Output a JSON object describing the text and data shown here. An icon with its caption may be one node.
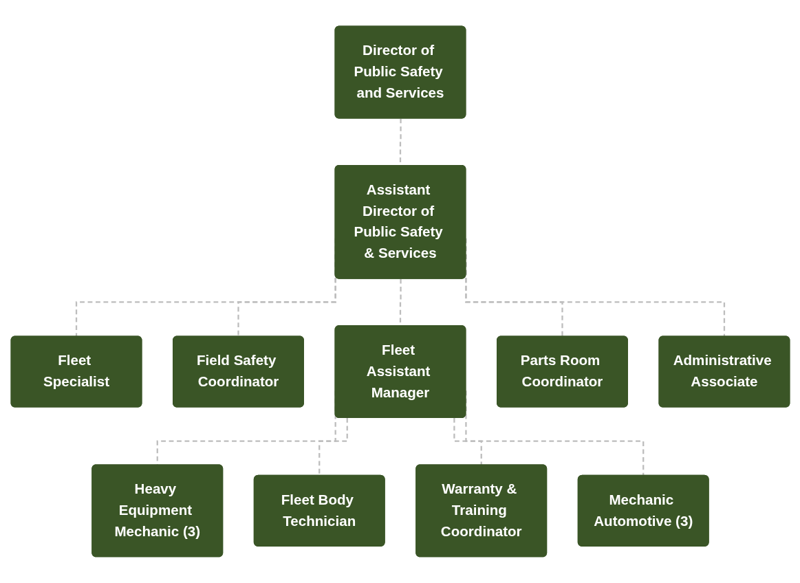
{
  "diagram": {
    "nodes": [
      {
        "text": [
          "Director of Public Safety and Services"
        ]
      },
      {
        "text": [
          "Assistant Director of Public Safety & Services"
        ]
      },
      {
        "text": [
          "Fleet Specialist"
        ]
      },
      {
        "text": [
          "Field Safety Coordinator"
        ]
      },
      {
        "text": [
          "Fleet Assistant Manager"
        ]
      },
      {
        "text": [
          "Parts Room Coordinator"
        ]
      },
      {
        "text": [
          "Administrative Associate"
        ]
      },
      {
        "text": [
          "Heavy Equipment Mechanic (3)"
        ]
      },
      {
        "text": [
          "Fleet Body Technician"
        ]
      },
      {
        "text": [
          "Warranty & Training Coordinator"
        ]
      },
      {
        "text": [
          "Mechanic Automotive (3)"
        ]
      }
    ],
    "edges": [
      {
        "from": 0,
        "to": 1,
        "arrow": "none",
        "style": "dashed"
      },
      {
        "from": 1,
        "to": 2,
        "arrow": "none",
        "style": "dashed"
      },
      {
        "from": 1,
        "to": 3,
        "arrow": "none",
        "style": "dashed"
      },
      {
        "from": 1,
        "to": 4,
        "arrow": "none",
        "style": "dashed"
      },
      {
        "from": 1,
        "to": 5,
        "arrow": "none",
        "style": "dashed"
      },
      {
        "from": 1,
        "to": 6,
        "arrow": "none",
        "style": "dashed"
      },
      {
        "from": 4,
        "to": 7,
        "arrow": "none",
        "style": "dashed"
      },
      {
        "from": 4,
        "to": 8,
        "arrow": "none",
        "style": "dashed"
      },
      {
        "from": 4,
        "to": 9,
        "arrow": "none",
        "style": "dashed"
      },
      {
        "from": 4,
        "to": 10,
        "arrow": "none",
        "style": "dashed"
      }
    ]
  }
}
